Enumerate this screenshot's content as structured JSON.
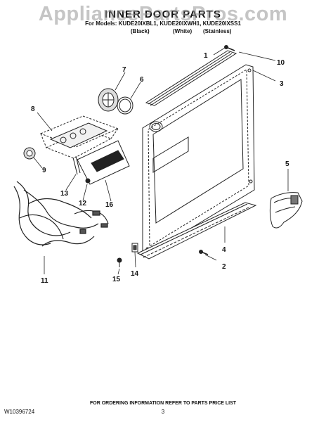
{
  "watermark": "AppliancePartsPros.com",
  "header": {
    "title": "INNER DOOR PARTS",
    "models": "For Models: KUDE20IXBL1, KUDE20IXWH1, KUDE20IXSS1",
    "variants": [
      "(Black)",
      "(White)",
      "(Stainless)"
    ]
  },
  "callouts": [
    "1",
    "2",
    "3",
    "4",
    "5",
    "6",
    "7",
    "8",
    "9",
    "10",
    "11",
    "12",
    "13",
    "14",
    "15",
    "16"
  ],
  "footer": {
    "ref": "W10396724",
    "note": "FOR ORDERING INFORMATION REFER TO PARTS PRICE LIST",
    "page": "3"
  }
}
